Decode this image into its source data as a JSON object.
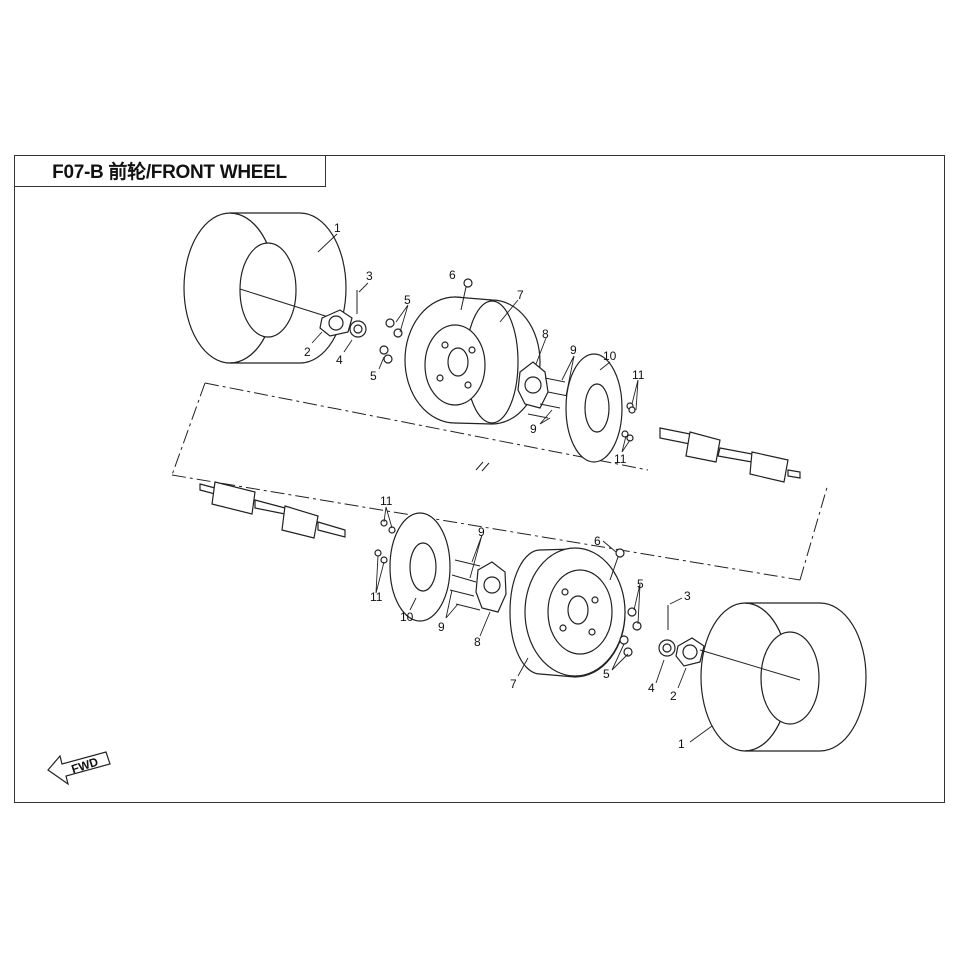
{
  "title": "F07-B 前轮/FRONT WHEEL",
  "fwd_label": "FWD",
  "callouts": {
    "c1a": "1",
    "c2a": "2",
    "c3a": "3",
    "c4a": "4",
    "c5a": "5",
    "c5b": "5",
    "c6a": "6",
    "c7a": "7",
    "c8a": "8",
    "c9a": "9",
    "c9b": "9",
    "c10a": "10",
    "c11a": "11",
    "c11b": "11",
    "c11c": "11",
    "c11d": "11",
    "c10b": "10",
    "c9c": "9",
    "c9d": "9",
    "c8b": "8",
    "c6b": "6",
    "c7b": "7",
    "c5c": "5",
    "c5d": "5",
    "c3b": "3",
    "c4b": "4",
    "c2b": "2",
    "c1b": "1"
  }
}
